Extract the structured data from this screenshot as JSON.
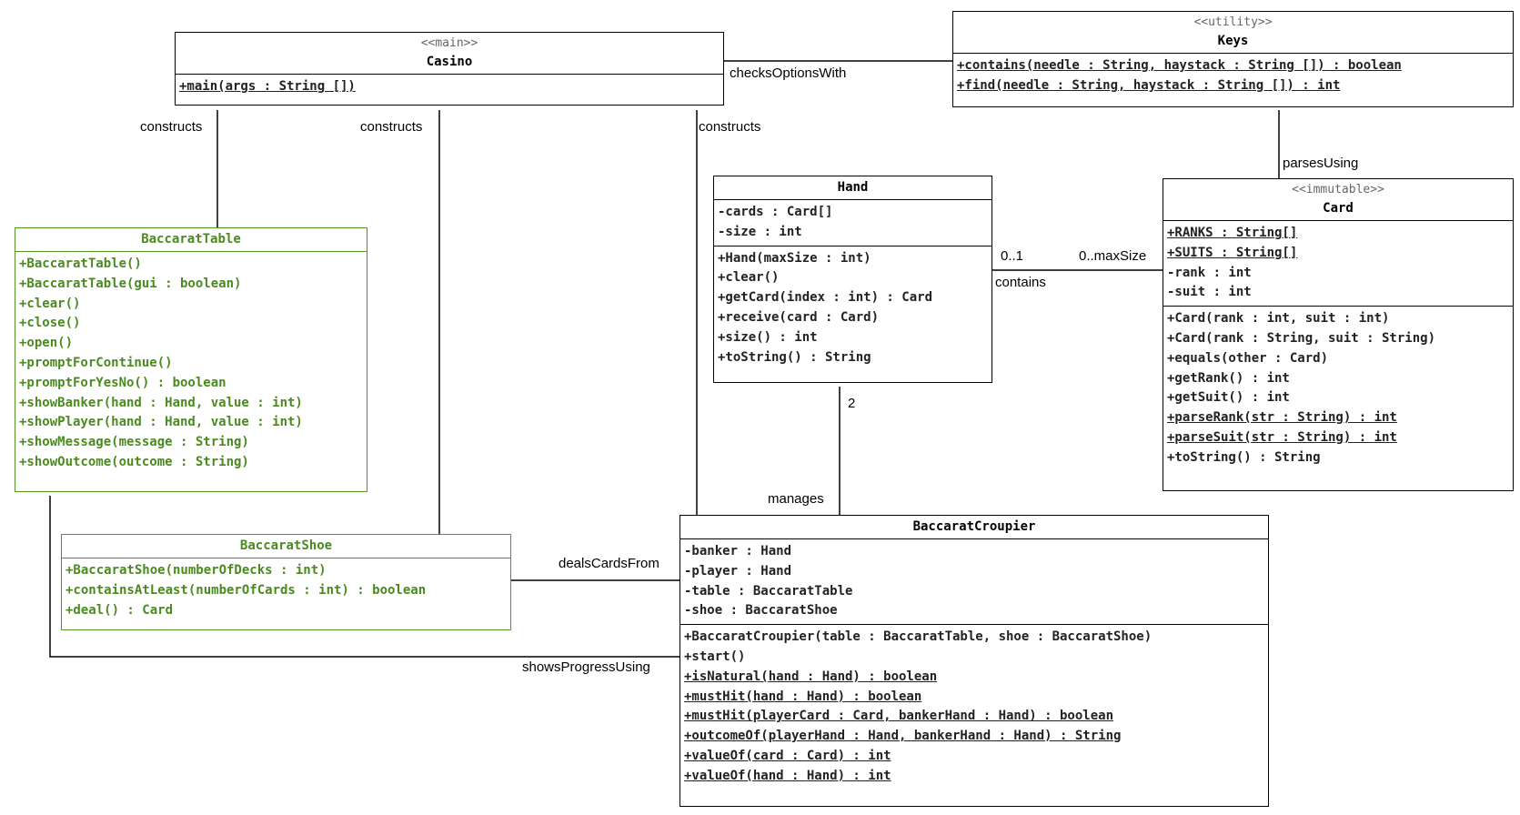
{
  "classes": [
    {
      "id": "casino",
      "stereotype": "<<main>>",
      "name": "Casino",
      "theme": "black",
      "attributes": [],
      "operations": [
        {
          "text": "+main(args : String [])",
          "static": true
        }
      ]
    },
    {
      "id": "keys",
      "stereotype": "<<utility>>",
      "name": "Keys",
      "theme": "black",
      "attributes": [],
      "operations": [
        {
          "text": "+contains(needle : String, haystack : String []) : boolean",
          "static": true
        },
        {
          "text": "+find(needle : String, haystack : String []) : int",
          "static": true
        }
      ]
    },
    {
      "id": "table",
      "stereotype": "",
      "name": "BaccaratTable",
      "theme": "green",
      "attributes": [],
      "operations": [
        {
          "text": "+BaccaratTable()",
          "static": false
        },
        {
          "text": "+BaccaratTable(gui : boolean)",
          "static": false
        },
        {
          "text": "+clear()",
          "static": false
        },
        {
          "text": "+close()",
          "static": false
        },
        {
          "text": "+open()",
          "static": false
        },
        {
          "text": "+promptForContinue()",
          "static": false
        },
        {
          "text": "+promptForYesNo() : boolean",
          "static": false
        },
        {
          "text": "+showBanker(hand : Hand, value : int)",
          "static": false
        },
        {
          "text": "+showPlayer(hand : Hand, value : int)",
          "static": false
        },
        {
          "text": "+showMessage(message : String)",
          "static": false
        },
        {
          "text": "+showOutcome(outcome : String)",
          "static": false
        }
      ]
    },
    {
      "id": "shoe",
      "stereotype": "",
      "name": "BaccaratShoe",
      "theme": "green",
      "attributes": [],
      "operations": [
        {
          "text": "+BaccaratShoe(numberOfDecks : int)",
          "static": false
        },
        {
          "text": "+containsAtLeast(numberOfCards : int) : boolean",
          "static": false
        },
        {
          "text": "+deal() : Card",
          "static": false
        }
      ]
    },
    {
      "id": "hand",
      "stereotype": "",
      "name": "Hand",
      "theme": "black",
      "attributes": [
        {
          "text": "-cards : Card[]",
          "static": false
        },
        {
          "text": "-size : int",
          "static": false
        }
      ],
      "operations": [
        {
          "text": "+Hand(maxSize : int)",
          "static": false
        },
        {
          "text": "+clear()",
          "static": false
        },
        {
          "text": "+getCard(index : int) : Card",
          "static": false
        },
        {
          "text": "+receive(card : Card)",
          "static": false
        },
        {
          "text": "+size() : int",
          "static": false
        },
        {
          "text": "+toString() : String",
          "static": false
        }
      ]
    },
    {
      "id": "card",
      "stereotype": "<<immutable>>",
      "name": "Card",
      "theme": "black",
      "attributes": [
        {
          "text": "+RANKS : String[]",
          "static": true
        },
        {
          "text": "+SUITS : String[]",
          "static": true
        },
        {
          "text": "-rank : int",
          "static": false
        },
        {
          "text": "-suit : int",
          "static": false
        }
      ],
      "operations": [
        {
          "text": "+Card(rank : int, suit : int)",
          "static": false
        },
        {
          "text": "+Card(rank : String, suit : String)",
          "static": false
        },
        {
          "text": "+equals(other : Card)",
          "static": false
        },
        {
          "text": "+getRank() : int",
          "static": false
        },
        {
          "text": "+getSuit() : int",
          "static": false
        },
        {
          "text": "+parseRank(str : String) : int",
          "static": true
        },
        {
          "text": "+parseSuit(str : String) : int",
          "static": true
        },
        {
          "text": "+toString() : String",
          "static": false
        }
      ]
    },
    {
      "id": "croupier",
      "stereotype": "",
      "name": "BaccaratCroupier",
      "theme": "black",
      "attributes": [
        {
          "text": "-banker : Hand",
          "static": false
        },
        {
          "text": "-player : Hand",
          "static": false
        },
        {
          "text": "-table : BaccaratTable",
          "static": false
        },
        {
          "text": "-shoe : BaccaratShoe",
          "static": false
        }
      ],
      "operations": [
        {
          "text": "+BaccaratCroupier(table : BaccaratTable, shoe : BaccaratShoe)",
          "static": false
        },
        {
          "text": "+start()",
          "static": false
        },
        {
          "text": "+isNatural(hand : Hand) : boolean",
          "static": true
        },
        {
          "text": "+mustHit(hand : Hand) : boolean",
          "static": true
        },
        {
          "text": "+mustHit(playerCard : Card, bankerHand : Hand) : boolean",
          "static": true
        },
        {
          "text": "+outcomeOf(playerHand : Hand, bankerHand : Hand) : String",
          "static": true
        },
        {
          "text": "+valueOf(card : Card) : int",
          "static": true
        },
        {
          "text": "+valueOf(hand : Hand) : int",
          "static": true
        }
      ]
    }
  ],
  "links": [
    {
      "id": "casino-constructs-table",
      "label": "constructs"
    },
    {
      "id": "casino-constructs-shoe",
      "label": "constructs"
    },
    {
      "id": "casino-constructs-croupier",
      "label": "constructs"
    },
    {
      "id": "casino-checks-keys",
      "label": "checksOptionsWith"
    },
    {
      "id": "card-parses-keys",
      "label": "parsesUsing"
    },
    {
      "id": "hand-contains-card",
      "label": "contains",
      "source_multiplicity": "0..1",
      "target_multiplicity": "0..maxSize"
    },
    {
      "id": "croupier-manages-hand",
      "label": "manages",
      "target_multiplicity": "2"
    },
    {
      "id": "croupier-deals-shoe",
      "label": "dealsCardsFrom"
    },
    {
      "id": "croupier-shows-table",
      "label": "showsProgressUsing"
    }
  ],
  "colors": {
    "line": "#000000",
    "green_border": "#559422",
    "green_text": "#4a8a1e",
    "stereotype": "#666666"
  }
}
